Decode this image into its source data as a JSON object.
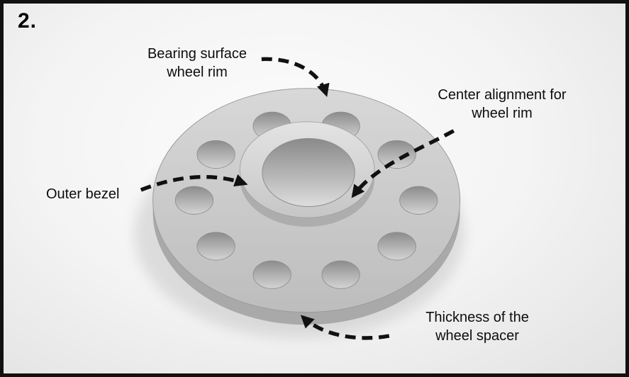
{
  "figure": {
    "step_number": "2.",
    "labels": {
      "bearing_surface": "Bearing surface\nwheel rim",
      "center_alignment": "Center alignment for\nwheel rim",
      "outer_bezel": "Outer bezel",
      "thickness": "Thickness of the\nwheel spacer"
    },
    "colors": {
      "arrow": "#111111",
      "border": "#111111",
      "metal_light": "#d8d8d8",
      "metal_mid": "#bdbdbd",
      "metal_dark": "#a9a9a9",
      "background": "#f2f2f2"
    }
  }
}
